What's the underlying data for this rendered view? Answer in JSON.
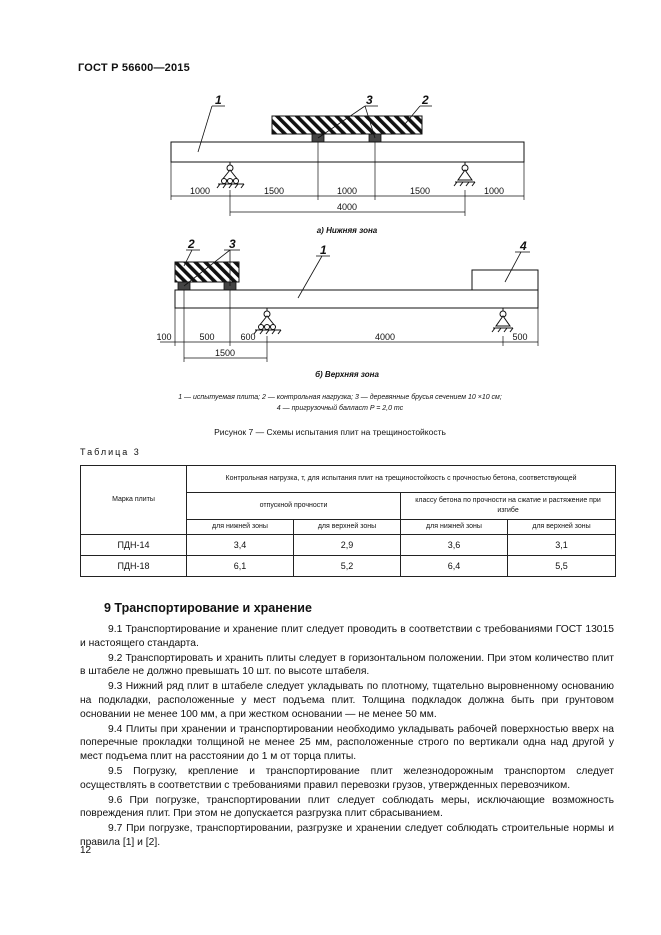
{
  "header": {
    "doc_code": "ГОСТ Р 56600—2015"
  },
  "figure": {
    "scheme_a": {
      "callouts": [
        "1",
        "3",
        "2"
      ],
      "dims_top": [
        "1000",
        "1500",
        "1000",
        "1500",
        "1000"
      ],
      "dim_total": "4000",
      "subtitle": "а) Нижняя зона"
    },
    "scheme_b": {
      "callouts": [
        "2",
        "3",
        "1",
        "4"
      ],
      "dims": [
        "100",
        "500",
        "600",
        "4000",
        "500"
      ],
      "dim_1500": "1500",
      "subtitle": "б) Верхняя зона"
    },
    "legend_line1": "1 — испытуемая плита; 2 — контрольная нагрузка; 3 — деревянные брусья сечением 10 ×10 см;",
    "legend_line2": "4 — пригрузочный балласт P = 2,0 тс",
    "caption": "Рисунок 7 — Схемы испытания плит на трещиностойкость"
  },
  "table": {
    "title": "Таблица 3",
    "col_brand": "Марка плиты",
    "group_header": "Контрольная нагрузка, т, для испытания плит на трещиностойкость с прочностью бетона, соответствующей",
    "sub_header_1": "отпускной прочности",
    "sub_header_2": "классу бетона по прочности на сжатие и растяжение при изгибе",
    "zone_lower": "для нижней зоны",
    "zone_upper": "для верхней зоны",
    "rows": [
      {
        "brand": "ПДН-14",
        "v1": "3,4",
        "v2": "2,9",
        "v3": "3,6",
        "v4": "3,1"
      },
      {
        "brand": "ПДН-18",
        "v1": "6,1",
        "v2": "5,2",
        "v3": "6,4",
        "v4": "5,5"
      }
    ]
  },
  "section": {
    "title": "9 Транспортирование и хранение",
    "paragraphs": [
      "9.1 Транспортирование и хранение плит следует проводить в соответствии с требованиями ГОСТ 13015 и настоящего стандарта.",
      "9.2 Транспортировать и хранить плиты следует в горизонтальном положении. При этом количество плит в штабеле не должно превышать 10 шт. по высоте штабеля.",
      "9.3 Нижний ряд плит в штабеле следует укладывать по плотному, тщательно выровненному основанию на подкладки, расположенные у мест подъема плит. Толщина подкладок должна быть при грунтовом основании не менее 100 мм, а при жестком основании — не менее 50 мм.",
      "9.4 Плиты при хранении и транспортировании необходимо укладывать рабочей поверхностью вверх на поперечные прокладки толщиной не менее 25 мм, расположенные строго по вертикали одна над другой у мест подъема плит на расстоянии до 1 м от торца плиты.",
      "9.5 Погрузку, крепление и транспортирование плит железнодорожным транспортом следует осуществлять в соответствии с требованиями правил перевозки грузов, утвержденных перевозчиком.",
      "9.6 При погрузке, транспортировании плит следует соблюдать меры, исключающие возможность повреждения плит. При этом не допускается разгрузка плит сбрасыванием.",
      "9.7 При погрузке, транспортировании, разгрузке и хранении следует соблюдать строительные нормы и правила [1] и [2]."
    ]
  },
  "page_number": "12"
}
